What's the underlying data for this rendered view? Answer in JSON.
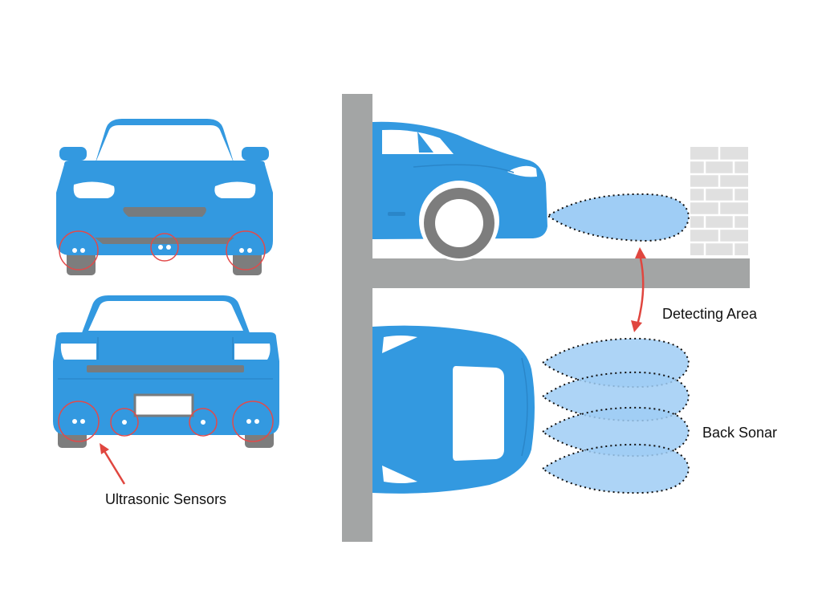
{
  "labels": {
    "ultrasonic": "Ultrasonic Sensors",
    "detecting": "Detecting Area",
    "back_sonar": "Back Sonar"
  },
  "colors": {
    "car_body": "#3399e0",
    "car_dark": "#2a86c9",
    "window": "#ffffff",
    "tire": "#7d7d7d",
    "wall": "#a3a5a5",
    "brick": "#e0e0e0",
    "sonar_fill": "#9fcdf5",
    "sensor_ring": "#e24a4a",
    "arrow": "#e0463f"
  },
  "icons": {
    "front_car": "car-front-icon",
    "rear_car": "car-rear-icon",
    "side_car": "car-side-icon",
    "top_car": "car-top-icon",
    "brick_wall": "brick-wall-icon"
  }
}
